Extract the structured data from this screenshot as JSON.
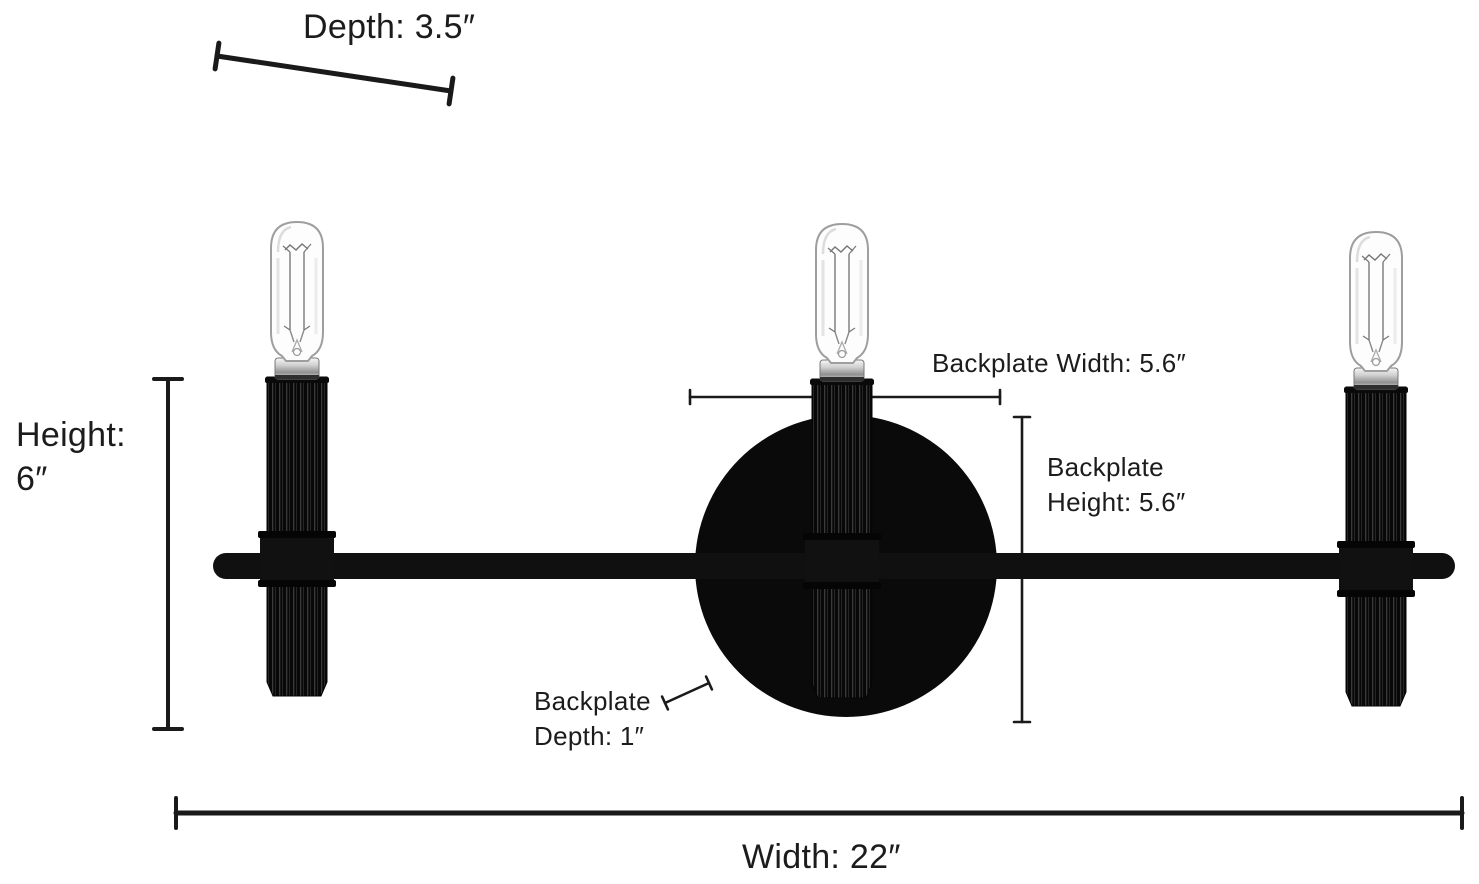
{
  "diagram": {
    "title": "3-light wall sconce dimension diagram",
    "labels": {
      "depth": "Depth: 3.5″",
      "height": [
        "Height:",
        "6″"
      ],
      "width": "Width: 22″",
      "backplate_width": "Backplate Width: 5.6″",
      "backplate_height": [
        "Backplate",
        "Height: 5.6″"
      ],
      "backplate_depth": [
        "Backplate",
        "Depth: 1″"
      ]
    },
    "dimensions": {
      "depth_in": 3.5,
      "height_in": 6,
      "width_in": 22,
      "backplate_width_in": 5.6,
      "backplate_height_in": 5.6,
      "backplate_depth_in": 1
    },
    "colors": {
      "background": "#ffffff",
      "fixture_black": "#0a0a0a",
      "dimension_line": "#1a1a1a",
      "text": "#1c1c1c",
      "chrome_socket": "#c9c9c9",
      "bulb_glass_outline": "#9e9e9e"
    },
    "parts": [
      "tubular-edison-bulb",
      "chrome-socket-band",
      "fluted-column",
      "crossbar",
      "round-backplate"
    ]
  }
}
